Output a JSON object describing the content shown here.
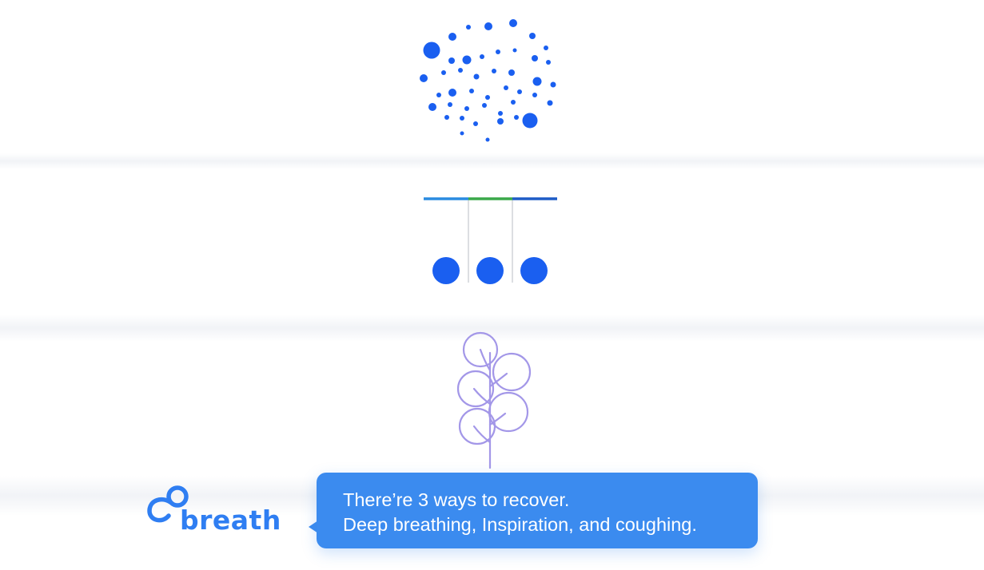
{
  "colors": {
    "primary_blue": "#1a5ff0",
    "accent_blue": "#3b8bef",
    "tree_purple": "#a397e8",
    "bar_blue": "#2a8be0",
    "bar_green": "#3aa84a",
    "bar_dark_blue": "#1e5bc6"
  },
  "icons": {
    "section_1": "dot-cloud-icon",
    "section_2": "pendulum-balls-icon",
    "section_3": "tree-icon"
  },
  "logo": {
    "word": "breath"
  },
  "subtitle": {
    "line_1": "There’re 3 ways to recover.",
    "line_2": "Deep breathing, Inspiration, and coughing."
  }
}
